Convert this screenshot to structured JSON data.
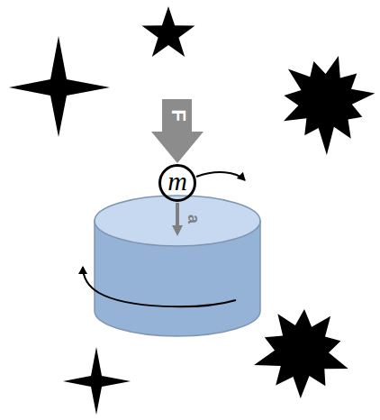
{
  "diagram": {
    "nodes": [
      {
        "text": [
          "m"
        ]
      }
    ],
    "labels": [
      "F",
      "a"
    ]
  }
}
